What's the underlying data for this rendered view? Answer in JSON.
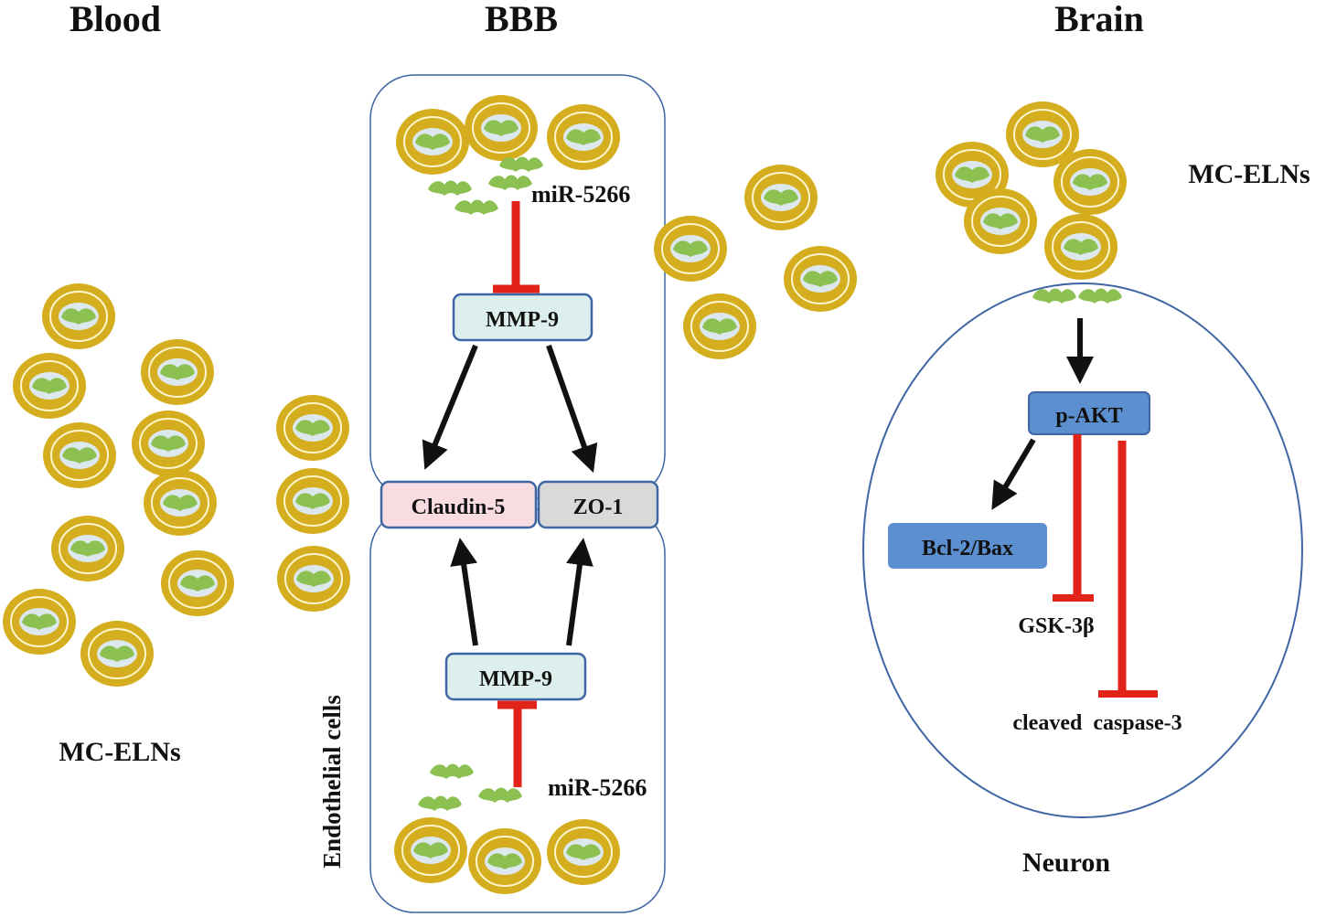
{
  "headers": {
    "blood": "Blood",
    "bbb": "BBB",
    "brain": "Brain"
  },
  "labels": {
    "blood_particles": "MC-ELNs",
    "brain_particles": "MC-ELNs",
    "endothelial": "Endothelial cells",
    "mirna_top": "miR-5266",
    "mirna_bottom": "miR-5266",
    "neuron": "Neuron"
  },
  "nodes": {
    "mmp9_top": "MMP-9",
    "mmp9_bottom": "MMP-9",
    "claudin5": "Claudin-5",
    "zo1": "ZO-1",
    "pakt": "p-AKT",
    "bcl2bax": "Bcl-2/Bax",
    "gsk3b": "GSK-3β",
    "caspase3": "cleaved  caspase-3"
  },
  "edges": [
    {
      "from": "miR-5266",
      "to": "MMP-9 (top)",
      "type": "inhibit"
    },
    {
      "from": "MMP-9 (top)",
      "to": "Claudin-5",
      "type": "activate"
    },
    {
      "from": "MMP-9 (top)",
      "to": "ZO-1",
      "type": "activate"
    },
    {
      "from": "miR-5266",
      "to": "MMP-9 (bottom)",
      "type": "inhibit"
    },
    {
      "from": "MMP-9 (bottom)",
      "to": "Claudin-5",
      "type": "activate"
    },
    {
      "from": "MMP-9 (bottom)",
      "to": "ZO-1",
      "type": "activate"
    },
    {
      "from": "miR-5266",
      "to": "p-AKT",
      "type": "activate"
    },
    {
      "from": "p-AKT",
      "to": "Bcl-2/Bax",
      "type": "activate"
    },
    {
      "from": "p-AKT",
      "to": "GSK-3β",
      "type": "inhibit"
    },
    {
      "from": "p-AKT",
      "to": "cleaved caspase-3",
      "type": "inhibit"
    }
  ],
  "colors": {
    "particle_ring": "#D4AE1E",
    "particle_core": "#DCE8EE",
    "mirna_green": "#8CC152",
    "membrane_blue": "#3E66A3",
    "inhibit_red": "#E2231A",
    "mmp9_fill": "#DDEFED",
    "claudin_fill": "#F9DCE2",
    "zo1_fill": "#D9D9D9",
    "akt_fill": "#5B8FCF"
  }
}
